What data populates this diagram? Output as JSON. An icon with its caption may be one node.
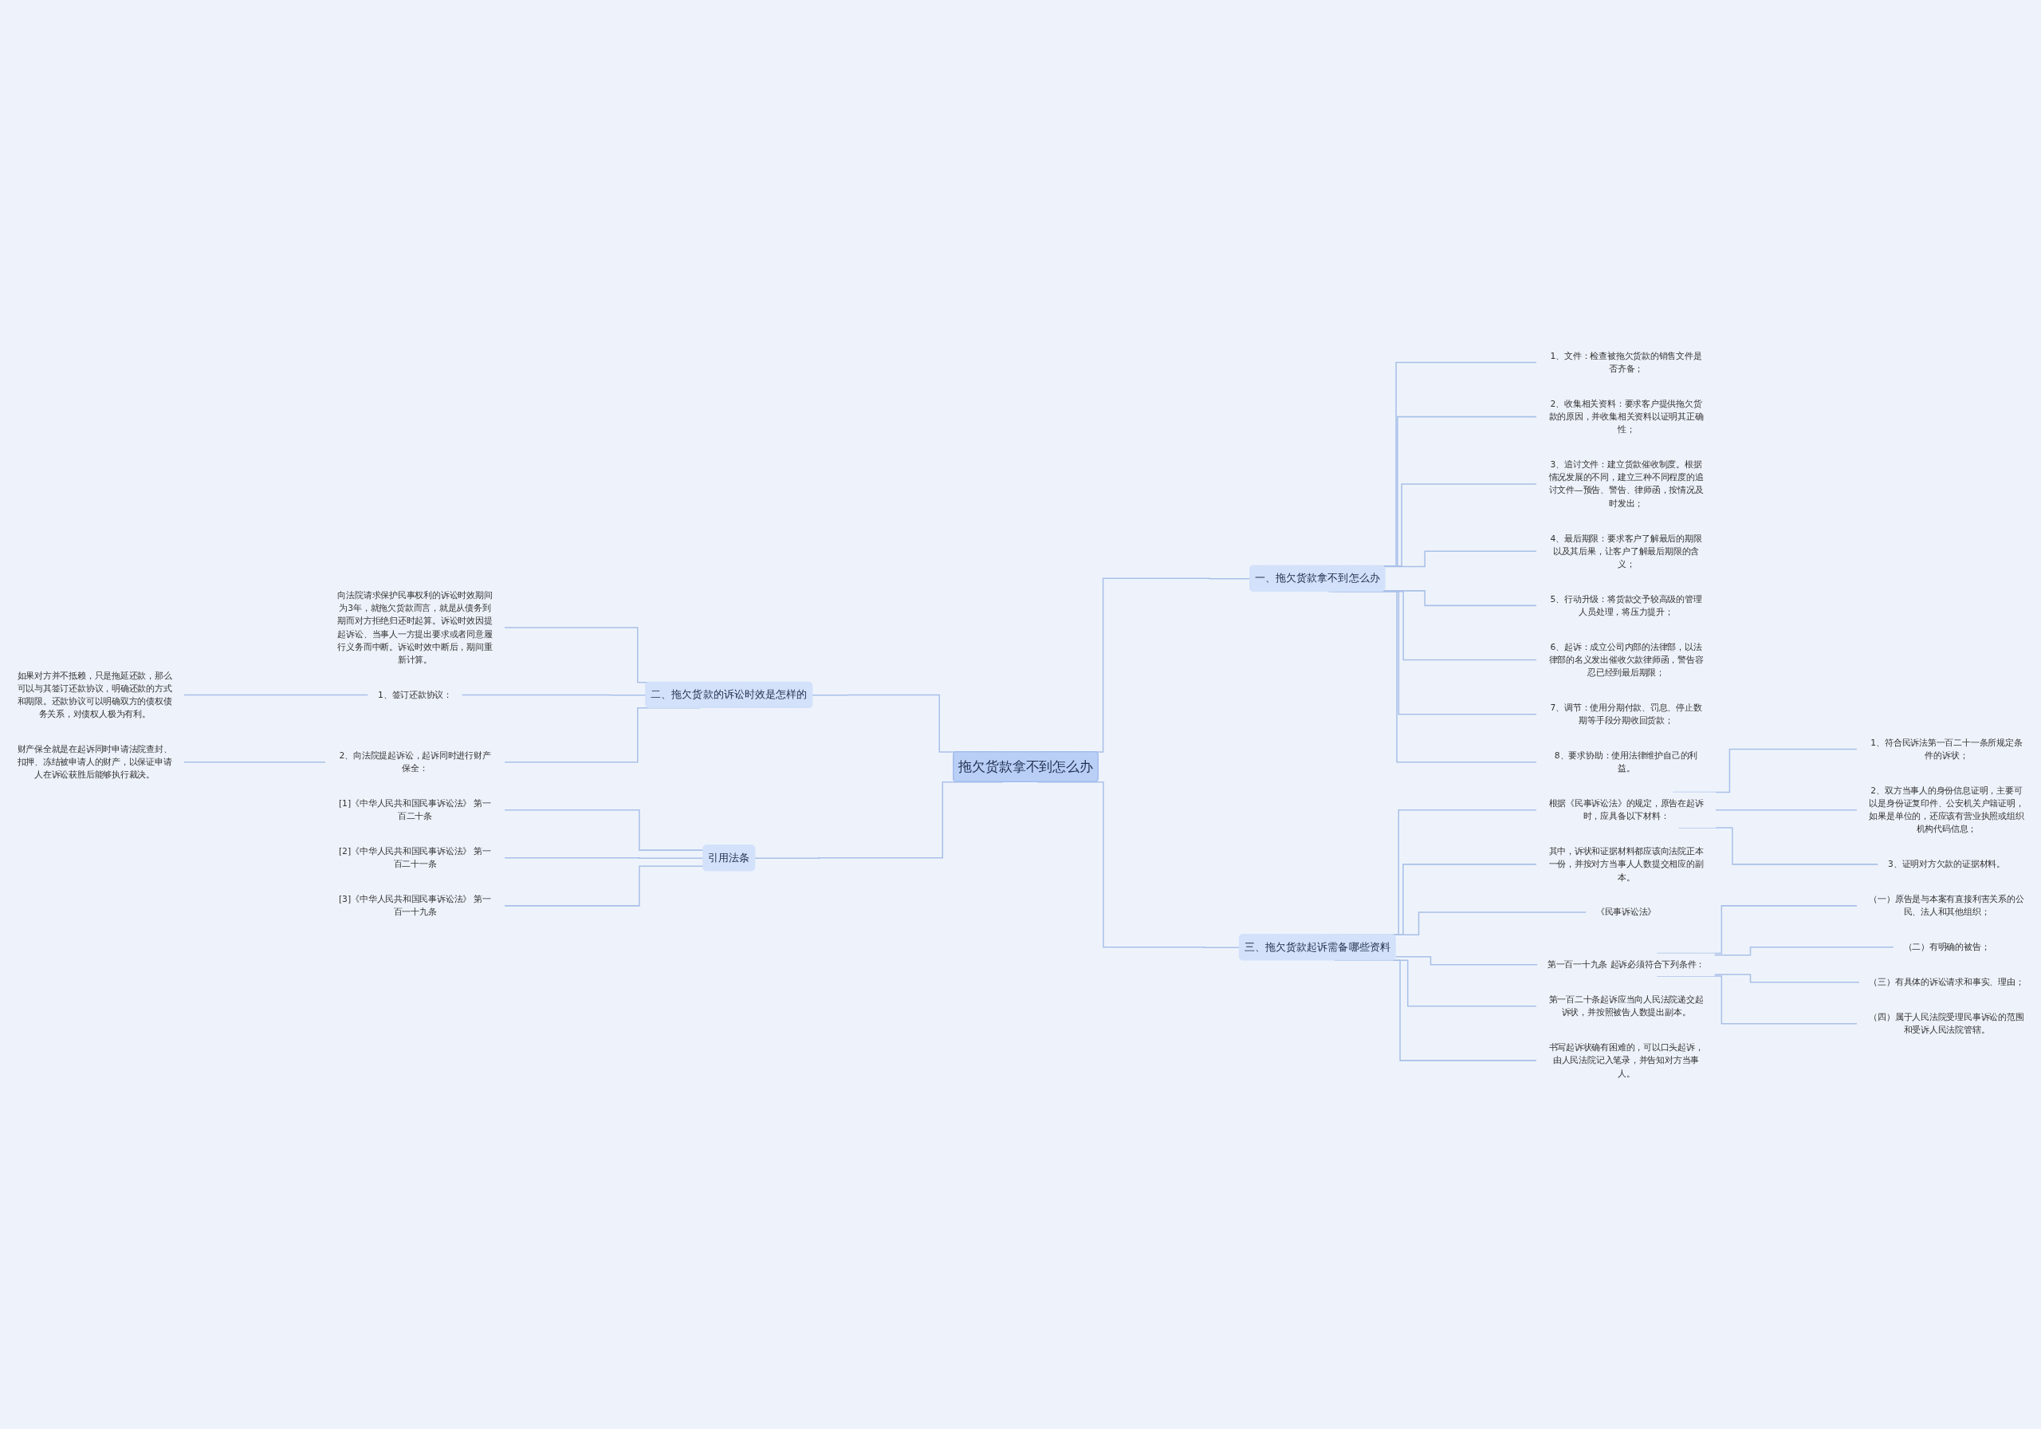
{
  "diagram": {
    "nodes": [
      {
        "text": [
          "拖欠货款拿不到怎么办"
        ]
      },
      {
        "text": [
          "一、拖欠货款拿不到怎么办"
        ]
      },
      {
        "text": [
          "1、文件：检查被拖欠货款的销售文件是否齐备；"
        ]
      },
      {
        "text": [
          "2、收集相关资料：要求客户提供拖欠货款的原因，并收集相关资料以证明其正确性；"
        ]
      },
      {
        "text": [
          "3、追讨文件：建立货款催收制度。根据情况发展的不同，建立三种不同程度的追讨文件—预告、警告、律师函，按情况及时发出；"
        ]
      },
      {
        "text": [
          "4、最后期限：要求客户了解最后的期限以及其后果，让客户了解最后期限的含义；"
        ]
      },
      {
        "text": [
          "5、行动升级：将货款交予较高级的管理人员处理，将压力提升；"
        ]
      },
      {
        "text": [
          "6、起诉：成立公司内部的法律部，以法律部的名义发出催收欠款律师函，警告容忍已经到最后期限；"
        ]
      },
      {
        "text": [
          "7、调节：使用分期付款、罚息、停止数期等手段分期收回货款；"
        ]
      },
      {
        "text": [
          "8、要求协助：使用法律维护自己的利益。"
        ]
      },
      {
        "text": [
          "三、拖欠货款起诉需备哪些资料"
        ]
      },
      {
        "text": [
          "根据《民事诉讼法》的规定，原告在起诉时，应具备以下材料："
        ]
      },
      {
        "text": [
          "1、符合民诉法第一百二十一条所规定条件的诉状；"
        ]
      },
      {
        "text": [
          "2、双方当事人的身份信息证明，主要可以是身份证复印件、公安机关户籍证明，如果是单位的，还应该有营业执照或组织机构代码信息；"
        ]
      },
      {
        "text": [
          "3、证明对方欠款的证据材料。"
        ]
      },
      {
        "text": [
          "其中，诉状和证据材料都应该向法院正本一份，并按对方当事人人数提交相应的副本。"
        ]
      },
      {
        "text": [
          "《民事诉讼法》"
        ]
      },
      {
        "text": [
          "第一百一十九条 起诉必须符合下列条件："
        ]
      },
      {
        "text": [
          "（一）原告是与本案有直接利害关系的公民、法人和其他组织；"
        ]
      },
      {
        "text": [
          "（二）有明确的被告；"
        ]
      },
      {
        "text": [
          "（三）有具体的诉讼请求和事实、理由；"
        ]
      },
      {
        "text": [
          "（四）属于人民法院受理民事诉讼的范围和受诉人民法院管辖。"
        ]
      },
      {
        "text": [
          "第一百二十条起诉应当向人民法院递交起诉状，并按照被告人数提出副本。"
        ]
      },
      {
        "text": [
          "书写起诉状确有困难的，可以口头起诉，由人民法院记入笔录，并告知对方当事人。"
        ]
      },
      {
        "text": [
          "二、拖欠货款的诉讼时效是怎样的"
        ]
      },
      {
        "text": [
          "向法院请求保护民事权利的诉讼时效期间为3年，就拖欠货款而言，就是从债务到期而对方拒绝归还时起算。诉讼时效因提起诉讼、当事人一方提出要求或者同意履行义务而中断。诉讼时效中断后，期间重新计算。"
        ]
      },
      {
        "text": [
          "1、签订还款协议："
        ]
      },
      {
        "text": [
          "如果对方并不抵赖，只是拖延还款，那么可以与其签订还款协议，明确还款的方式和期限。还款协议可以明确双方的债权债务关系，对债权人极为有利。"
        ]
      },
      {
        "text": [
          "2、向法院提起诉讼，起诉同时进行财产保全："
        ]
      },
      {
        "text": [
          "财产保全就是在起诉同时申请法院查封、扣押、冻结被申请人的财产，以保证申请人在诉讼获胜后能够执行裁决。"
        ]
      },
      {
        "text": [
          "引用法条"
        ]
      },
      {
        "text": [
          "[1]《中华人民共和国民事诉讼法》 第一百二十条"
        ]
      },
      {
        "text": [
          "[2]《中华人民共和国民事诉讼法》 第一百二十一条"
        ]
      },
      {
        "text": [
          "[3]《中华人民共和国民事诉讼法》 第一百一十九条"
        ]
      }
    ],
    "edges": [
      {
        "from": 0,
        "to": 1,
        "arrow": "none"
      },
      {
        "from": 1,
        "to": 2,
        "arrow": "none"
      },
      {
        "from": 1,
        "to": 3,
        "arrow": "none"
      },
      {
        "from": 1,
        "to": 4,
        "arrow": "none"
      },
      {
        "from": 1,
        "to": 5,
        "arrow": "none"
      },
      {
        "from": 1,
        "to": 6,
        "arrow": "none"
      },
      {
        "from": 1,
        "to": 7,
        "arrow": "none"
      },
      {
        "from": 1,
        "to": 8,
        "arrow": "none"
      },
      {
        "from": 1,
        "to": 9,
        "arrow": "none"
      },
      {
        "from": 0,
        "to": 10,
        "arrow": "none"
      },
      {
        "from": 10,
        "to": 11,
        "arrow": "none"
      },
      {
        "from": 11,
        "to": 12,
        "arrow": "none"
      },
      {
        "from": 11,
        "to": 13,
        "arrow": "none"
      },
      {
        "from": 11,
        "to": 14,
        "arrow": "none"
      },
      {
        "from": 10,
        "to": 15,
        "arrow": "none"
      },
      {
        "from": 10,
        "to": 16,
        "arrow": "none"
      },
      {
        "from": 10,
        "to": 17,
        "arrow": "none"
      },
      {
        "from": 17,
        "to": 18,
        "arrow": "none"
      },
      {
        "from": 17,
        "to": 19,
        "arrow": "none"
      },
      {
        "from": 17,
        "to": 20,
        "arrow": "none"
      },
      {
        "from": 17,
        "to": 21,
        "arrow": "none"
      },
      {
        "from": 10,
        "to": 22,
        "arrow": "none"
      },
      {
        "from": 10,
        "to": 23,
        "arrow": "none"
      },
      {
        "from": 0,
        "to": 24,
        "arrow": "none"
      },
      {
        "from": 24,
        "to": 25,
        "arrow": "none"
      },
      {
        "from": 24,
        "to": 26,
        "arrow": "none"
      },
      {
        "from": 26,
        "to": 27,
        "arrow": "none"
      },
      {
        "from": 24,
        "to": 28,
        "arrow": "none"
      },
      {
        "from": 28,
        "to": 29,
        "arrow": "none"
      },
      {
        "from": 0,
        "to": 30,
        "arrow": "none"
      },
      {
        "from": 30,
        "to": 31,
        "arrow": "none"
      },
      {
        "from": 30,
        "to": 32,
        "arrow": "none"
      },
      {
        "from": 30,
        "to": 33,
        "arrow": "none"
      }
    ]
  }
}
